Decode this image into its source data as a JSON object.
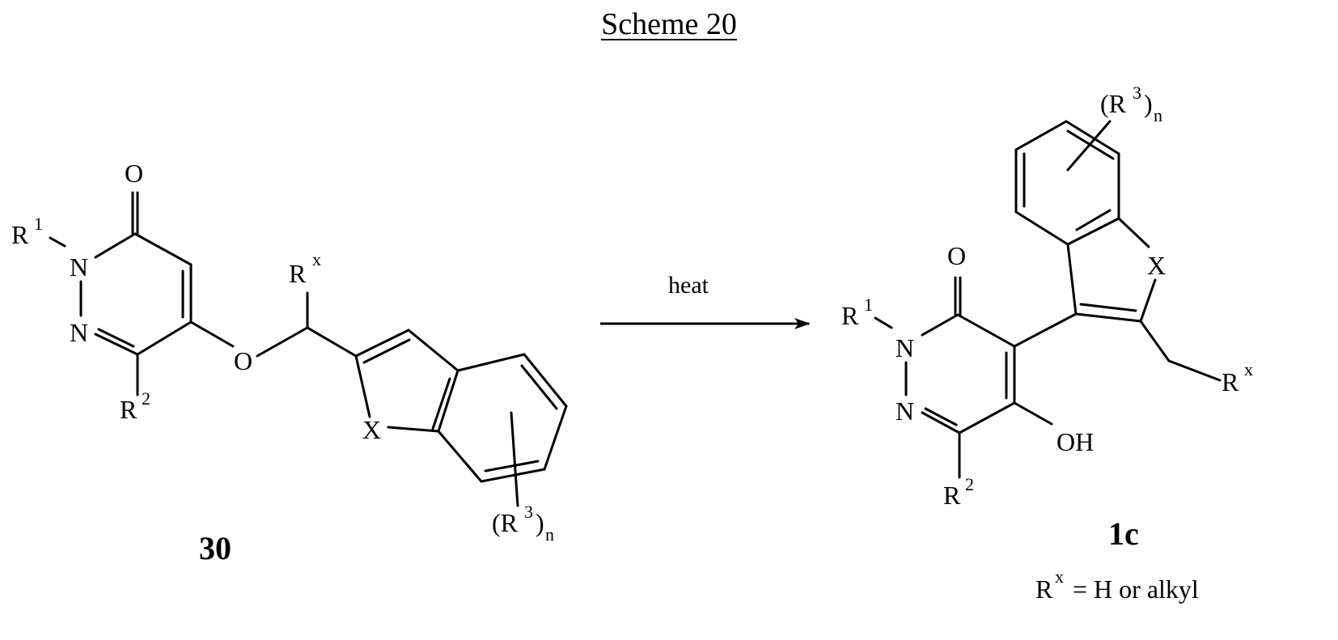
{
  "title": "Scheme 20",
  "reaction": {
    "condition": "heat"
  },
  "compound_30": {
    "label": "30",
    "atoms": {
      "O": "O",
      "N1": "N",
      "N2": "N",
      "O_ether": "O",
      "X": "X",
      "R": "R",
      "R1_sup": "1",
      "R2_sup": "2",
      "Rx_sup": "x",
      "R3_text": "(R",
      "R3_sup": "3",
      "R3_close": ")",
      "R3_sub": "n"
    }
  },
  "compound_1c": {
    "label": "1c",
    "atoms": {
      "O": "O",
      "N1": "N",
      "N2": "N",
      "OH": "OH",
      "X": "X",
      "R": "R",
      "R1_sup": "1",
      "R2_sup": "2",
      "Rx_sup": "x",
      "R3_text": "(R",
      "R3_sup": "3",
      "R3_close": ")",
      "R3_sub": "n"
    },
    "note": {
      "R": "R",
      "sup": "x",
      "text": " = H or alkyl"
    }
  }
}
